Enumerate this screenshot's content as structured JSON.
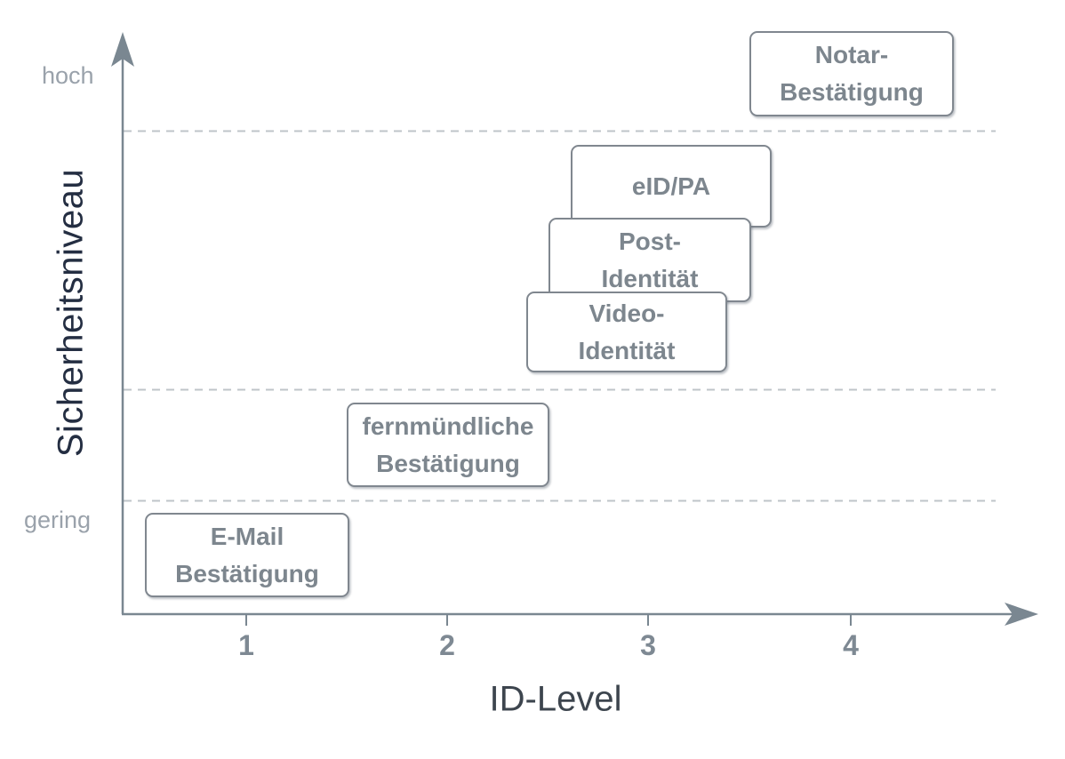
{
  "chart_data": {
    "type": "scatter",
    "title": "",
    "xlabel": "ID-Level",
    "ylabel": "Sicherheitsniveau",
    "x_ticks": [
      "1",
      "2",
      "3",
      "4"
    ],
    "y_endpoint_labels": {
      "high": "hoch",
      "low": "gering"
    },
    "xlim": [
      0.4,
      4.6
    ],
    "y_scale": "qualitative, gering (low) to hoch (high), 4 bands separated by 3 dashed gridlines",
    "grid": "horizontal dashed separators on, vertical off",
    "legend": "none",
    "points": [
      {
        "label": "E-Mail\nBestätigung",
        "id_level": 1.0,
        "security_band": 1
      },
      {
        "label": "fernmündliche\nBestätigung",
        "id_level": 2.0,
        "security_band": 2
      },
      {
        "label": "Video-\nIdentität",
        "id_level": 2.9,
        "security_band": 3
      },
      {
        "label": "Post-\nIdentität",
        "id_level": 3.0,
        "security_band": 3
      },
      {
        "label": "eID/PA",
        "id_level": 3.1,
        "security_band": 3
      },
      {
        "label": "Notar-\nBestätigung",
        "id_level": 4.0,
        "security_band": 4
      }
    ]
  },
  "colors": {
    "background": "#ffffff",
    "axis": "#7a8791",
    "tick_label": "#7e8993",
    "box_border": "#80878f",
    "box_text": "#7d868e",
    "dashed_grid": "#bfc4c9",
    "endpoint_label": "#9aa2ab",
    "y_title": "#242e42",
    "x_title": "#3d454e"
  }
}
